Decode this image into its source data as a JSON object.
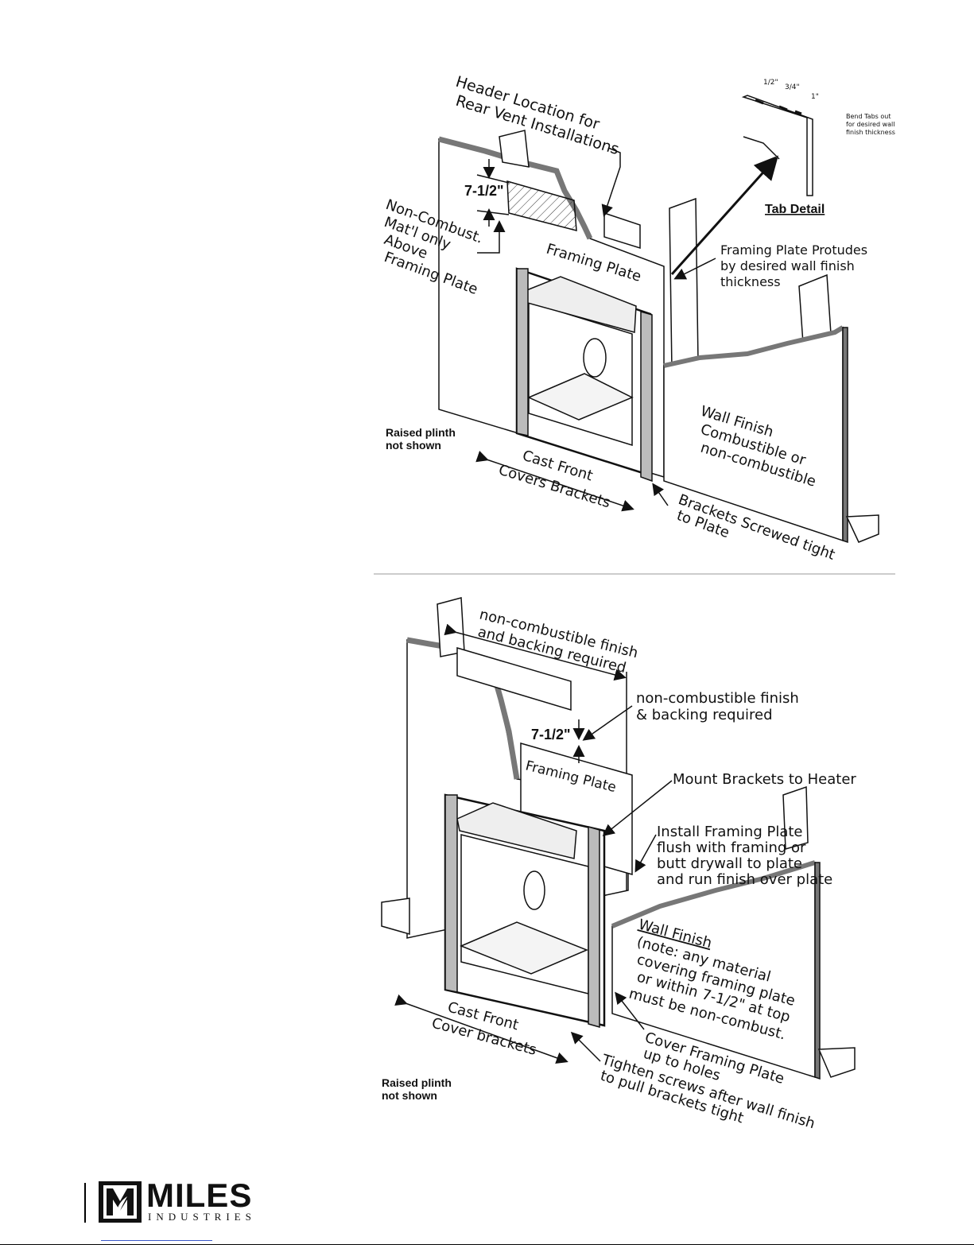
{
  "top": {
    "header_line1": "Header Location for",
    "header_line2": "Rear Vent Installations",
    "dim": "7-1/2\"",
    "noncomb": [
      "Non-Combust.",
      "Mat'l only",
      "Above",
      "Framing Plate"
    ],
    "framing_plate": "Framing Plate",
    "protrudes": [
      "Framing Plate Protudes",
      "by desired wall finish",
      "thickness"
    ],
    "tab_detail": "Tab Detail",
    "tab_sizes": [
      "1/2\"",
      "3/4\"",
      "1\""
    ],
    "bend_tabs": [
      "Bend Tabs out",
      "for desired wall",
      "finish thickness"
    ],
    "wall_finish": [
      "Wall Finish",
      "Combustible or",
      "non-combustible"
    ],
    "plinth": [
      "Raised plinth",
      "not shown"
    ],
    "cast_front": [
      "Cast Front",
      "Covers Brackets"
    ],
    "brackets": [
      "Brackets Screwed tight",
      "to Plate"
    ]
  },
  "bottom": {
    "noncomb_top": [
      "non-combustible finish",
      "and backing required"
    ],
    "noncomb_right": [
      "non-combustible finish",
      "& backing required"
    ],
    "dim": "7-1/2\"",
    "framing_plate": "Framing Plate",
    "mount_brackets": "Mount Brackets to Heater",
    "install": [
      "Install Framing Plate",
      "flush with framing or",
      "butt drywall to plate",
      "and run finish over plate"
    ],
    "wall_finish": [
      "Wall Finish",
      "(note: any material",
      "covering framing plate",
      "or within 7-1/2\" at top",
      "must be non-combust."
    ],
    "cast_front": [
      "Cast Front",
      "Cover brackets"
    ],
    "cover_plate": [
      "Cover Framing Plate",
      "up to holes"
    ],
    "tighten": [
      "Tighten screws after wall finish",
      "to pull brackets tight"
    ],
    "plinth": [
      "Raised plinth",
      "not shown"
    ]
  },
  "logo": {
    "word": "MILES",
    "sub": "INDUSTRIES"
  }
}
